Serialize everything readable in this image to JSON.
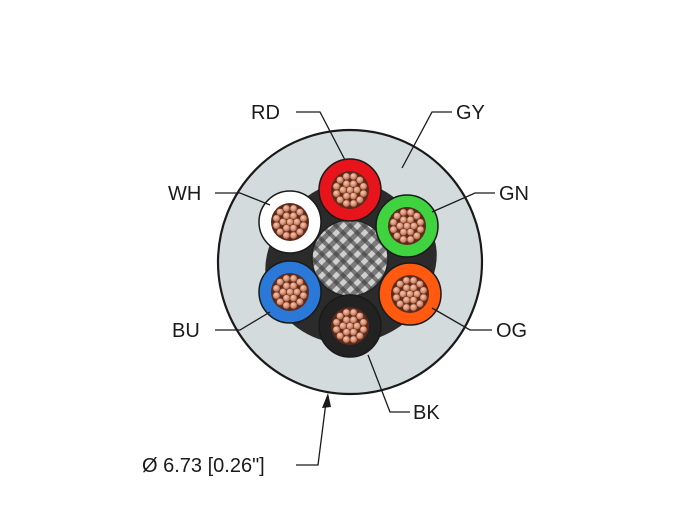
{
  "labels": {
    "red": "RD",
    "gray": "GY",
    "white": "WH",
    "green": "GN",
    "blue": "BU",
    "orange": "OG",
    "black": "BK"
  },
  "diameter": "Ø 6.73 [0.26\"]",
  "colors": {
    "jacket": "#d4dbdd",
    "jacket_outline": "#1a1a1a",
    "core_red": "#e8141b",
    "core_white": "#ffffff",
    "core_green": "#3fd33f",
    "core_blue": "#2a78d8",
    "core_orange": "#ff5a10",
    "core_black": "#222222",
    "copper": "#d58d6e",
    "filler": "#9a9a9a"
  }
}
